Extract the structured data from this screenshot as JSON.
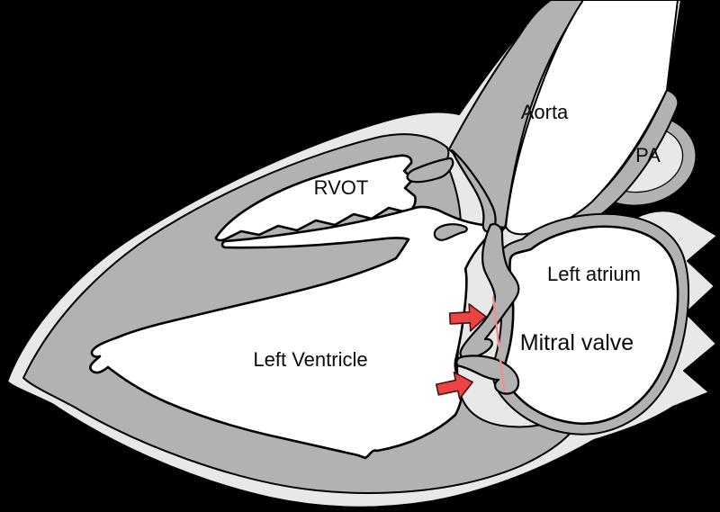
{
  "figure": {
    "labels": {
      "rvot": "RVOT",
      "aorta": "Aorta",
      "pa": "PA",
      "left_atrium": "Left atrium",
      "mitral_valve": "Mitral valve",
      "left_ventricle": "Left Ventricle"
    },
    "colors": {
      "background": "#000000",
      "epicardium": "#e8e8e8",
      "myocardium": "#b2b2b2",
      "chamber": "#ffffff",
      "outline": "#000000",
      "arrow_fill": "#ee4343",
      "valve_line": "#f48e8e",
      "text": "#0a0a0a"
    }
  }
}
